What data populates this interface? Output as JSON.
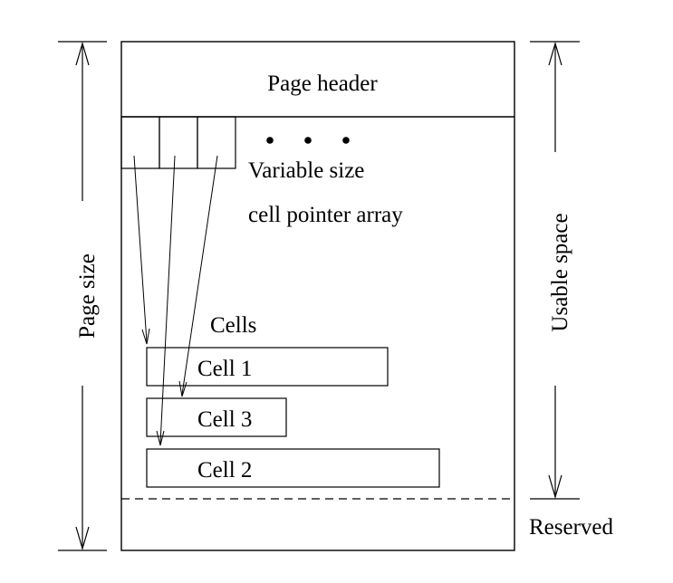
{
  "diagram": {
    "header_label": "Page header",
    "pointer_array_label_line1": "Variable size",
    "pointer_array_label_line2": "cell pointer array",
    "ellipsis": "• • •",
    "cells_label": "Cells",
    "cells": [
      {
        "label": "Cell 1"
      },
      {
        "label": "Cell 3"
      },
      {
        "label": "Cell 2"
      }
    ],
    "page_size_label": "Page size",
    "usable_space_label": "Usable space",
    "reserved_label": "Reserved"
  }
}
